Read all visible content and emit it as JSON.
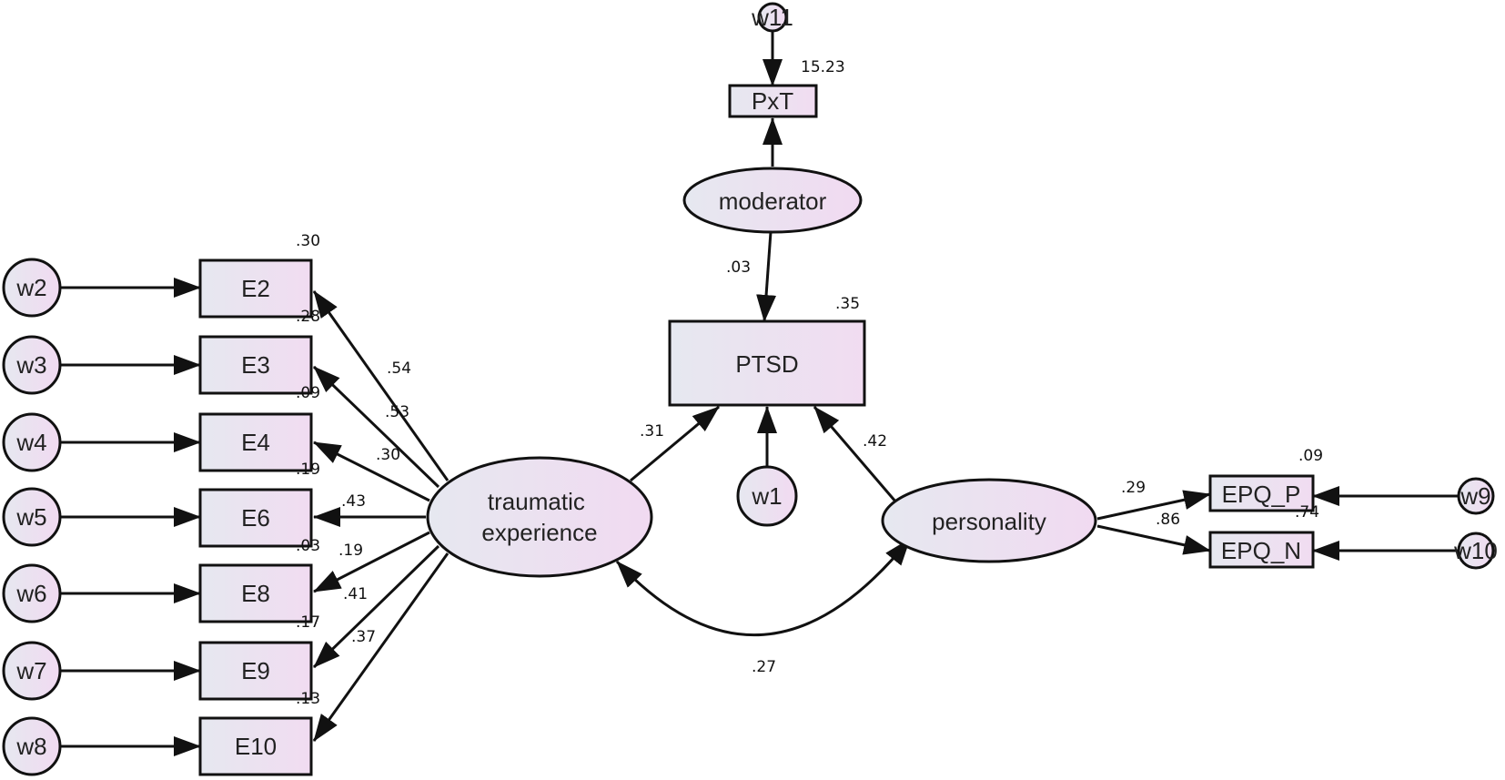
{
  "diagram": {
    "nodes": [
      {
        "id": "w2",
        "label": "w2"
      },
      {
        "id": "w3",
        "label": "w3"
      },
      {
        "id": "w4",
        "label": "w4"
      },
      {
        "id": "w5",
        "label": "w5"
      },
      {
        "id": "w6",
        "label": "w6"
      },
      {
        "id": "w7",
        "label": "w7"
      },
      {
        "id": "w8",
        "label": "w8"
      },
      {
        "id": "w1",
        "label": "w1"
      },
      {
        "id": "w9",
        "label": "w9"
      },
      {
        "id": "w10",
        "label": "w10"
      },
      {
        "id": "w11",
        "label": "w11"
      },
      {
        "id": "E2",
        "label": "E2"
      },
      {
        "id": "E3",
        "label": "E3"
      },
      {
        "id": "E4",
        "label": "E4"
      },
      {
        "id": "E6",
        "label": "E6"
      },
      {
        "id": "E8",
        "label": "E8"
      },
      {
        "id": "E9",
        "label": "E9"
      },
      {
        "id": "E10",
        "label": "E10"
      },
      {
        "id": "PxT",
        "label": "PxT"
      },
      {
        "id": "PTSD",
        "label": "PTSD"
      },
      {
        "id": "EPQ_P",
        "label": "EPQ_P"
      },
      {
        "id": "EPQ_N",
        "label": "EPQ_N"
      },
      {
        "id": "moderator",
        "label": "moderator"
      },
      {
        "id": "traumatic",
        "label": "traumatic experience"
      },
      {
        "id": "personality",
        "label": "personality"
      }
    ],
    "coefficients": [
      {
        "id": "r2_E2",
        "value": ".30"
      },
      {
        "id": "r2_E3",
        "value": ".28"
      },
      {
        "id": "r2_E4",
        "value": ".09"
      },
      {
        "id": "r2_E6",
        "value": ".19"
      },
      {
        "id": "r2_E8",
        "value": ".03"
      },
      {
        "id": "r2_E9",
        "value": ".17"
      },
      {
        "id": "r2_E10",
        "value": ".13"
      },
      {
        "id": "load_E2",
        "value": ".54"
      },
      {
        "id": "load_E3",
        "value": ".53"
      },
      {
        "id": "load_E4",
        "value": ".30"
      },
      {
        "id": "load_E6",
        "value": ".43"
      },
      {
        "id": "load_E8",
        "value": ".19"
      },
      {
        "id": "load_E9",
        "value": ".41"
      },
      {
        "id": "load_E10",
        "value": ".37"
      },
      {
        "id": "r2_PxT",
        "value": "15.23"
      },
      {
        "id": "path_mod_PTSD",
        "value": ".03"
      },
      {
        "id": "r2_PTSD",
        "value": ".35"
      },
      {
        "id": "path_trauma_PTSD",
        "value": ".31"
      },
      {
        "id": "path_pers_PTSD",
        "value": ".42"
      },
      {
        "id": "cov_trauma_pers",
        "value": ".27"
      },
      {
        "id": "load_EPQ_P",
        "value": ".29"
      },
      {
        "id": "load_EPQ_N",
        "value": ".86"
      },
      {
        "id": "r2_EPQ_P",
        "value": ".09"
      },
      {
        "id": "r2_EPQ_N",
        "value": ".74"
      }
    ]
  }
}
